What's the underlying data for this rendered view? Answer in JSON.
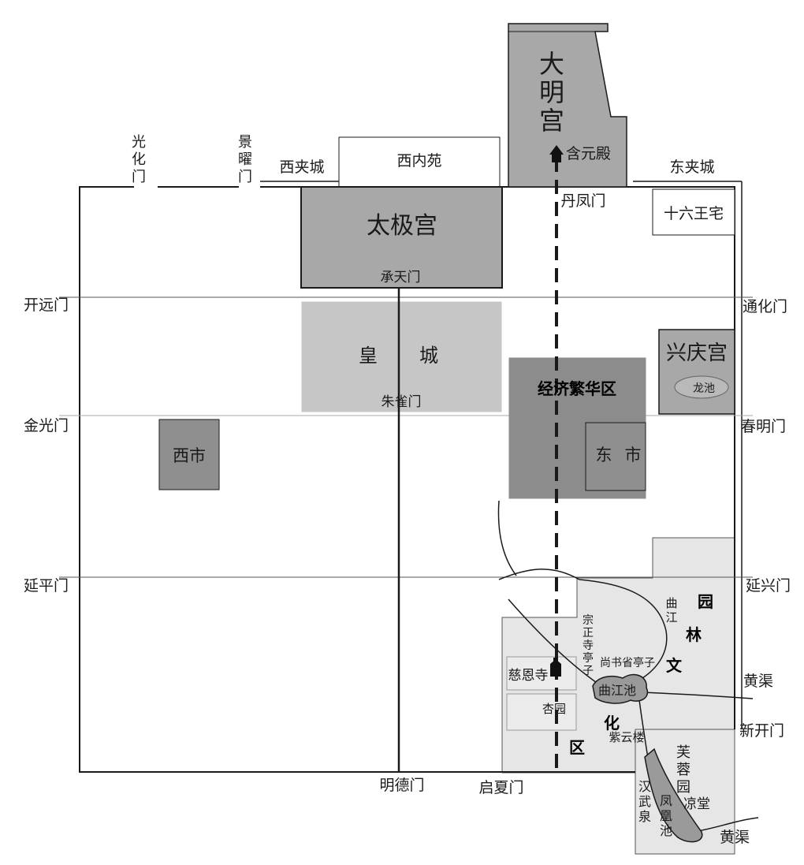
{
  "map": {
    "palaces": {
      "daminggong": "大明宫",
      "taijigong": "太极宫",
      "xingqinggong": "兴庆宫",
      "hanyuandian": "含元殿",
      "xineiyuan": "西内苑",
      "shiliuwangzhai": "十六王宅",
      "longchi": "龙池"
    },
    "city": {
      "huangcheng_1": "皇",
      "huangcheng_2": "城",
      "xishi": "西市",
      "dongshi_1": "东",
      "dongshi_2": "市",
      "econ_zone": "经济繁华区"
    },
    "gates": {
      "guanghuamen": "光化门",
      "jingyaomen": "景曜门",
      "danfengmen": "丹凤门",
      "chengtianmen": "承天门",
      "zhuquemen": "朱雀门",
      "kaiyuanmen": "开远门",
      "jinguangmen": "金光门",
      "yanpingmen": "延平门",
      "tonghuamen": "通化门",
      "chunmingmen": "春明门",
      "yanxingmen": "延兴门",
      "xinkaimen": "新开门",
      "mingdemen": "明德门",
      "qixiamen": "启夏门"
    },
    "walls": {
      "xijiacheng": "西夹城",
      "dongjiacheng": "东夹城"
    },
    "garden": {
      "yuan": "园",
      "lin": "林",
      "wen": "文",
      "hua": "化",
      "qu": "区",
      "qujiang": "曲江",
      "zongzhengsi": "宗正寺亭子",
      "shangshusheng": "尚书省亭子",
      "cienshi": "慈恩寺",
      "qujiangchi": "曲江池",
      "xingyuan": "杏园",
      "ziyunlou": "紫云楼",
      "furongyuan": "芙蓉园",
      "hanwuquan": "汉武泉",
      "fenghuangchi": "凤凰池",
      "liangtang": "凉堂",
      "huangqu_1": "黄渠",
      "huangqu_2": "黄渠"
    }
  },
  "colors": {
    "palace": "#a8a8a8",
    "imperial_city": "#c6c6c6",
    "market": "#8f8f8f",
    "econ": "#8c8c8c",
    "garden": "#e6e6e6",
    "water": "#9a9a9a"
  }
}
